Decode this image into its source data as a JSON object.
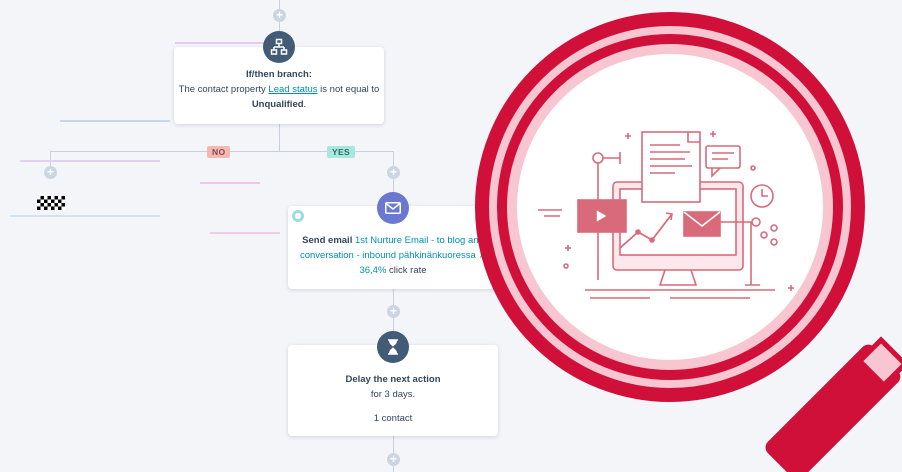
{
  "branch": {
    "title": "If/then branch:",
    "text_before": "The contact property ",
    "property": "Lead status",
    "text_middle": " is not equal to",
    "value": "Unqualified",
    "value_suffix": ".",
    "no_label": "NO",
    "yes_label": "YES"
  },
  "email": {
    "prefix": "Send email",
    "name_line1": "1st Nurture Email - to blog and",
    "name_line2": "conversation - inbound pähkinänkuoressa",
    "rate_value": "36,4%",
    "rate_label": " click rate"
  },
  "delay": {
    "title": "Delay the next action",
    "duration": "for 3 days.",
    "count": "1 contact"
  },
  "colors": {
    "branch_icon": "#425b76",
    "email_icon": "#6a78d1",
    "delay_icon": "#425b76",
    "magnifier_red": "#d1103a",
    "magnifier_pink": "#f7c6d0",
    "illustration": "#d96a7b"
  }
}
